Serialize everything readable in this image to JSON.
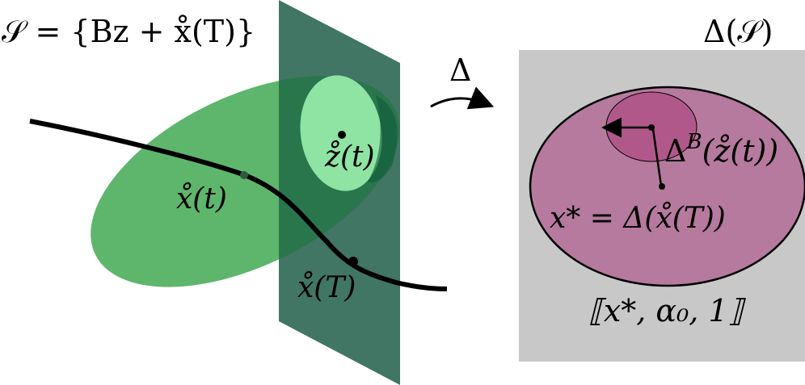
{
  "labels": {
    "set_def": "𝒮 = {Bz + x̊(T)}",
    "delta_s": "Δ(𝒮)",
    "delta": "Δ",
    "z_t": "z̊(t)",
    "x_t": "x̊(t)",
    "x_T": "x̊(T)",
    "delta_b": "Δ",
    "delta_b_sup": "B",
    "delta_b_arg": "(z̊(t))",
    "x_star": "x* = Δ(x̊(T))",
    "interval": "⟦x*, α₀, 1⟧"
  },
  "colors": {
    "green_ellipse": "#4cae5c",
    "light_green": "#8fe3a3",
    "plane": "#1e5e48",
    "gray_box": "#c8c8c8",
    "magenta": "#b06a92",
    "magenta_small": "#b3587f",
    "curve": "#000000"
  }
}
